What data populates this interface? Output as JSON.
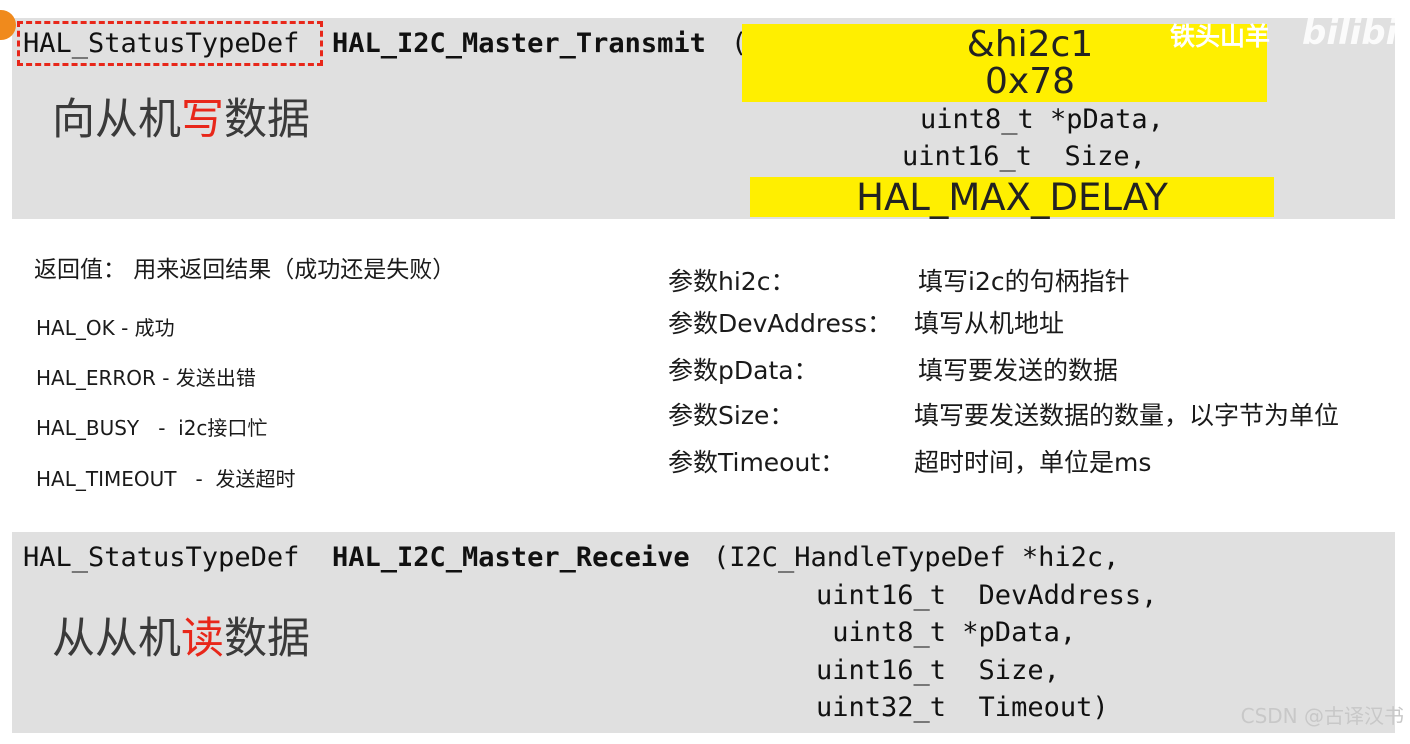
{
  "top_block": {
    "return_type": "HAL_StatusTypeDef",
    "func_name": "HAL_I2C_Master_Transmit",
    "open_paren": "(",
    "title_pre": "向从机",
    "title_red": "写",
    "title_post": "数据",
    "hl_hi2c": "&hi2c1",
    "hl_addr": "0x78",
    "param_pdata": "uint8_t *pData,",
    "param_size": "uint16_t  Size,",
    "hl_timeout": "HAL_MAX_DELAY"
  },
  "return_section": {
    "heading": "返回值： 用来返回结果（成功还是失败）",
    "items": [
      "HAL_OK - 成功",
      "HAL_ERROR - 发送出错",
      "HAL_BUSY   -  i2c接口忙",
      "HAL_TIMEOUT   -  发送超时"
    ]
  },
  "params_section": {
    "rows": [
      {
        "name": "参数hi2c：",
        "desc": "填写i2c的句柄指针"
      },
      {
        "name": "参数DevAddress：",
        "desc": "填写从机地址"
      },
      {
        "name": "参数pData：",
        "desc": "填写要发送的数据"
      },
      {
        "name": "参数Size：",
        "desc": "填写要发送数据的数量，以字节为单位"
      },
      {
        "name": "参数Timeout：",
        "desc": "超时时间，单位是ms"
      }
    ]
  },
  "bottom_block": {
    "return_type": "HAL_StatusTypeDef",
    "func_name": "HAL_I2C_Master_Receive",
    "first_param": "(I2C_HandleTypeDef *hi2c,",
    "title_pre": "从从机",
    "title_red": "读",
    "title_post": "数据",
    "params": [
      "uint16_t  DevAddress,",
      " uint8_t *pData,",
      "uint16_t  Size,",
      "uint32_t  Timeout)"
    ]
  },
  "watermarks": {
    "author": "铁头山羊",
    "site": "bilibili",
    "csdn": "CSDN @古译汉书"
  },
  "colors": {
    "panel_bg": "#e0e0e0",
    "highlight": "#ffef00",
    "accent_red": "#e8271a"
  }
}
